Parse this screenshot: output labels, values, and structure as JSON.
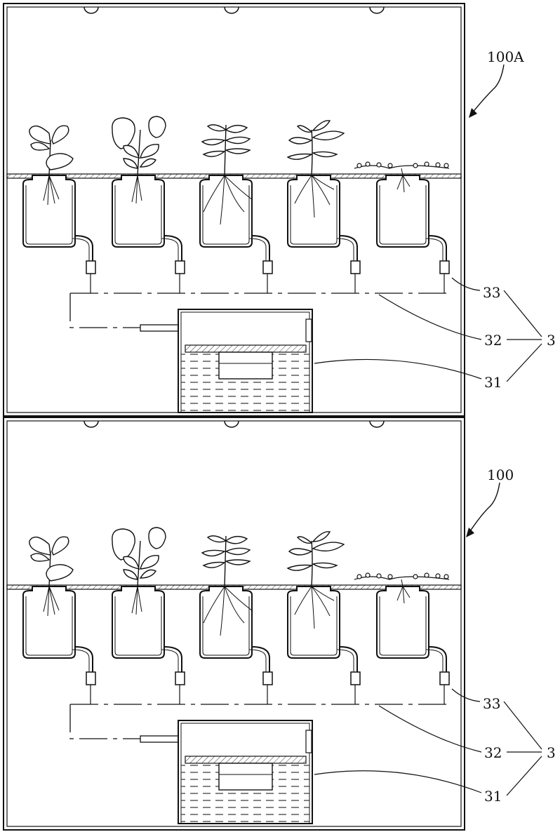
{
  "figure": {
    "units": [
      {
        "label": "100A",
        "callouts": {
          "nozzle": "33",
          "pipe": "32",
          "tank": "31",
          "system": "3"
        }
      },
      {
        "label": "100",
        "callouts": {
          "nozzle": "33",
          "pipe": "32",
          "tank": "31",
          "system": "3"
        }
      }
    ],
    "plants": [
      "leafy-plant",
      "strawberry-plant",
      "seedling-plant",
      "sprout-plant",
      "ground-cover-plant"
    ],
    "colors": {
      "line": "#111111",
      "hatch": "#555555",
      "background": "#ffffff"
    }
  }
}
